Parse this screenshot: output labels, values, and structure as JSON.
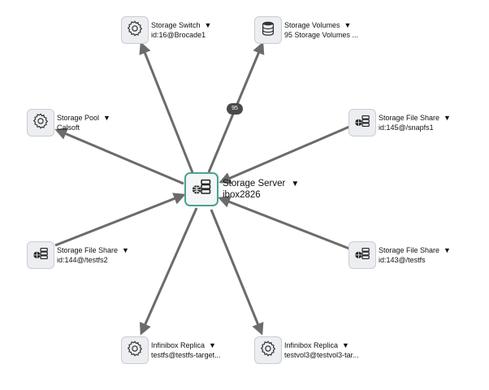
{
  "center": {
    "title": "Storage Server",
    "subtitle": "ibox2826",
    "icon": "storage-server-icon"
  },
  "nodes": [
    {
      "key": "switch",
      "title": "Storage Switch",
      "subtitle": "id:16@Brocade1",
      "icon": "gear-icon"
    },
    {
      "key": "volumes",
      "title": "Storage Volumes",
      "subtitle": "95 Storage Volumes ...",
      "icon": "database-icon"
    },
    {
      "key": "pool",
      "title": "Storage Pool",
      "subtitle": "Calsoft",
      "icon": "gear-icon"
    },
    {
      "key": "share145",
      "title": "Storage File Share",
      "subtitle": "id:145@/snapfs1",
      "icon": "file-share-icon"
    },
    {
      "key": "share144",
      "title": "Storage File Share",
      "subtitle": "id:144@/testfs2",
      "icon": "file-share-icon"
    },
    {
      "key": "share143",
      "title": "Storage File Share",
      "subtitle": "id:143@/testfs",
      "icon": "file-share-icon"
    },
    {
      "key": "replica1",
      "title": "Infinibox Replica",
      "subtitle": "testfs@testfs-target...",
      "icon": "gear-icon"
    },
    {
      "key": "replica2",
      "title": "Infinibox Replica",
      "subtitle": "testvol3@testvol3-tar...",
      "icon": "gear-icon"
    }
  ],
  "caret": "▼",
  "edge_badge": "95",
  "colors": {
    "edge": "#6b6b6b",
    "center_border": "#4aa391",
    "tile_bg": "#eceef1"
  }
}
